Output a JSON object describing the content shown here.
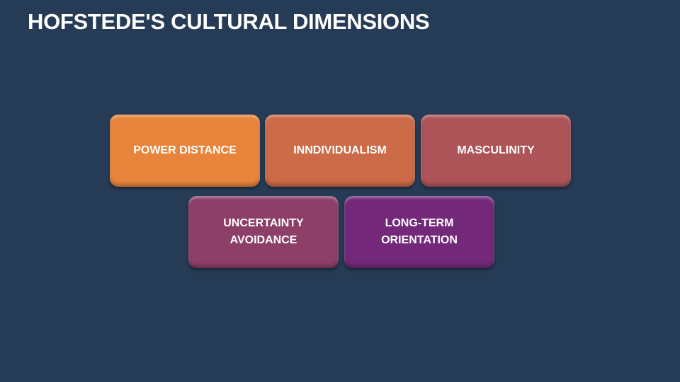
{
  "slide": {
    "title": "HOFSTEDE'S CULTURAL DIMENSIONS"
  },
  "dimensions": [
    {
      "label": "POWER DISTANCE",
      "color": "#e8843b"
    },
    {
      "label": "INNDIVIDUALISM",
      "color": "#cb6b48"
    },
    {
      "label": "MASCULINITY",
      "color": "#ac5457"
    },
    {
      "label": "UNCERTAINTY AVOIDANCE",
      "color": "#8d3f68"
    },
    {
      "label": "LONG-TERM ORIENTATION",
      "color": "#73287a"
    }
  ]
}
